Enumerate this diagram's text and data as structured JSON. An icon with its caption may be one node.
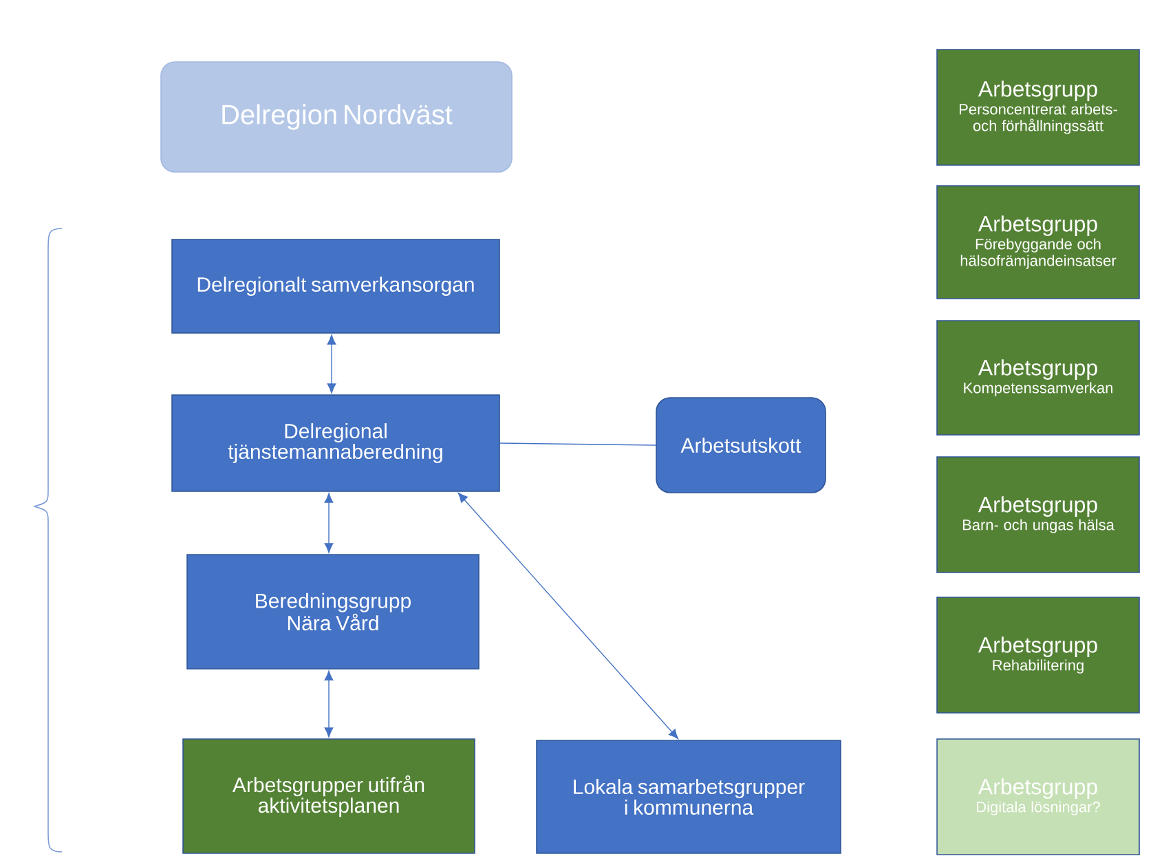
{
  "diagram": {
    "nodes": [
      {
        "text": [
          "Delregion Nordväst"
        ]
      },
      {
        "text": [
          "Delregionalt samverkansorgan"
        ]
      },
      {
        "text": [
          "Delregional tjänstemannaberedning"
        ]
      },
      {
        "text": [
          "Arbetsutskott"
        ]
      },
      {
        "text": [
          "Beredningsgrupp Nära Vård"
        ]
      },
      {
        "text": [
          "Arbetsgrupper utifrån aktivitetsplanen"
        ]
      },
      {
        "text": [
          "Lokala samarbetsgrupper i kommunerna"
        ]
      },
      {
        "text": [
          "Arbetsgrupp",
          "Personcentrerat arbets- och förhållningssätt"
        ]
      },
      {
        "text": [
          "Arbetsgrupp",
          "Förebyggande och hälsofrämjandeinsatser"
        ]
      },
      {
        "text": [
          "Arbetsgrupp",
          "Kompetenssamverkan"
        ]
      },
      {
        "text": [
          "Arbetsgrupp",
          "Barn- och ungas hälsa"
        ]
      },
      {
        "text": [
          "Arbetsgrupp",
          "Rehabilitering"
        ]
      },
      {
        "text": [
          "Arbetsgrupp",
          "Digitala lösningar?"
        ]
      }
    ],
    "edges": [
      {
        "from": 1,
        "to": 2,
        "arrow": "both"
      },
      {
        "from": 2,
        "to": 4,
        "arrow": "both"
      },
      {
        "from": 4,
        "to": 5,
        "arrow": "both"
      },
      {
        "from": 2,
        "to": 3,
        "arrow": "none"
      },
      {
        "from": 6,
        "to": 2,
        "arrow": "both"
      }
    ]
  }
}
